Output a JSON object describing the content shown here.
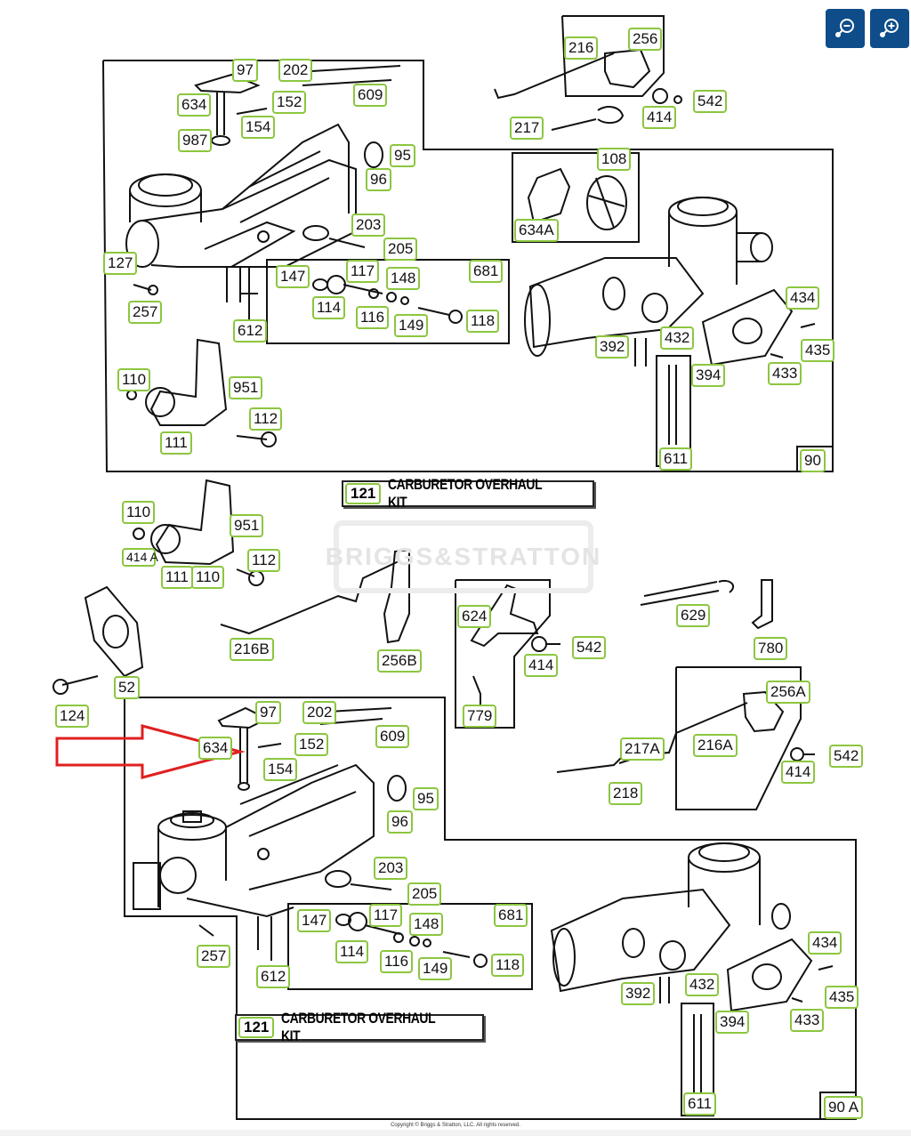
{
  "toolbar": {
    "zoom_out_label": "Zoom out",
    "zoom_in_label": "Zoom in",
    "zoom_out_icon": "zoom-out-icon",
    "zoom_in_icon": "zoom-in-icon",
    "button_color": "#0f4c8a"
  },
  "diagram": {
    "watermark": "BRIGGS&STRATTON",
    "copyright": "Copyright © Briggs & Stratton, LLC. All rights reserved.",
    "callout_color": "#8cc63f",
    "arrow_color": "#e02020",
    "arrow_target": "634",
    "upper_assembly": {
      "kit_label": {
        "number": "121",
        "text": "CARBURETOR OVERHAUL KIT"
      },
      "assembly_number": "90",
      "callouts": [
        "97",
        "202",
        "634",
        "152",
        "609",
        "154",
        "987",
        "95",
        "96",
        "203",
        "205",
        "127",
        "147",
        "117",
        "148",
        "681",
        "114",
        "116",
        "149",
        "118",
        "257",
        "612",
        "110",
        "951",
        "112",
        "111",
        "216",
        "256",
        "542",
        "414",
        "217",
        "108",
        "634A",
        "392",
        "432",
        "434",
        "435",
        "433",
        "394",
        "611"
      ]
    },
    "lower_assembly": {
      "kit_label": {
        "number": "121",
        "text": "CARBURETOR OVERHAUL KIT"
      },
      "assembly_number": "90 A",
      "callouts": [
        "110",
        "951",
        "414 A",
        "111",
        "110",
        "112",
        "52",
        "124",
        "216B",
        "256B",
        "624",
        "542",
        "414",
        "779",
        "629",
        "780",
        "256A",
        "217A",
        "216A",
        "218",
        "542",
        "414",
        "97",
        "202",
        "634",
        "152",
        "154",
        "609",
        "95",
        "96",
        "203",
        "205",
        "147",
        "117",
        "148",
        "681",
        "114",
        "116",
        "149",
        "118",
        "257",
        "612",
        "392",
        "432",
        "434",
        "435",
        "433",
        "394",
        "611"
      ]
    }
  }
}
